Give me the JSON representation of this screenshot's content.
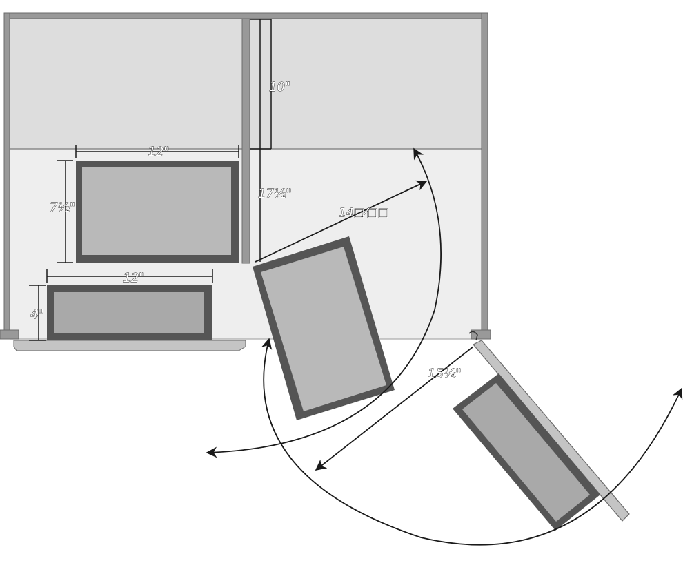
{
  "colors": {
    "wall": "#999999",
    "wall_stroke": "#6a6a6a",
    "upper_zone": "#dddddd",
    "lower_zone": "#eeeeee",
    "drawer_frame": "#555555",
    "drawer_fill": "#b9b9b9",
    "drawer_fill_dark": "#a9a9a9",
    "line": "#1a1a1a"
  },
  "dimensions": {
    "upper_drawer_width": "12\"",
    "upper_drawer_height": "7½\"",
    "lower_drawer_width": "12\"",
    "lower_drawer_height": "4\"",
    "divider_depth": "10\"",
    "divider_gap": "17½\"",
    "swing_drawer_reach": "14□⁄□□",
    "door_drawer_reach": "15¼\""
  },
  "icons": {
    "swing_arrow": "curved-double-arrow-icon",
    "dimension_arrow": "straight-double-arrow-icon"
  }
}
